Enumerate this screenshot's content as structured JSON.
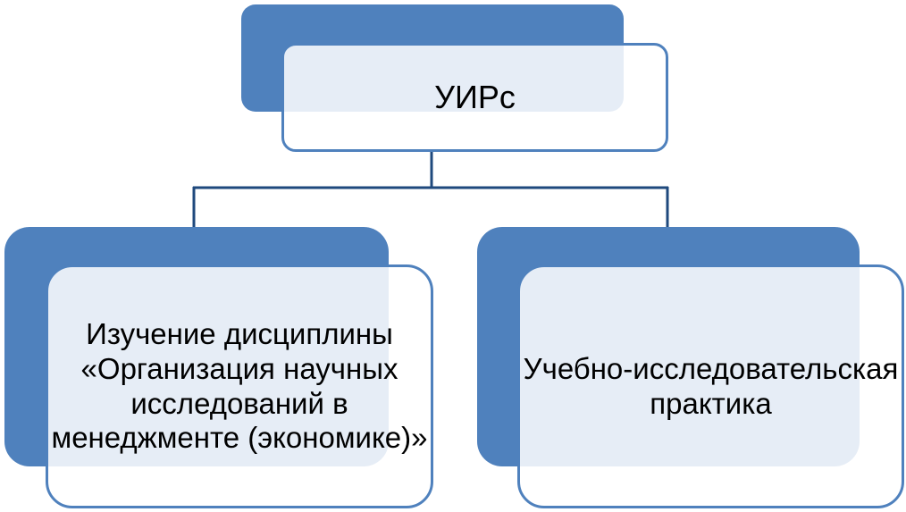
{
  "diagram": {
    "type": "hierarchy",
    "colors": {
      "accent": "#4f81bd",
      "card_fill": "#ffffff",
      "text": "#000000",
      "connector": "#1f497d"
    },
    "root": {
      "label": "УИРс"
    },
    "children": [
      {
        "label": "Изучение дисциплины «Организация научных исследований в менеджменте (экономике)»"
      },
      {
        "label": "Учебно-исследовательская практика"
      }
    ]
  }
}
